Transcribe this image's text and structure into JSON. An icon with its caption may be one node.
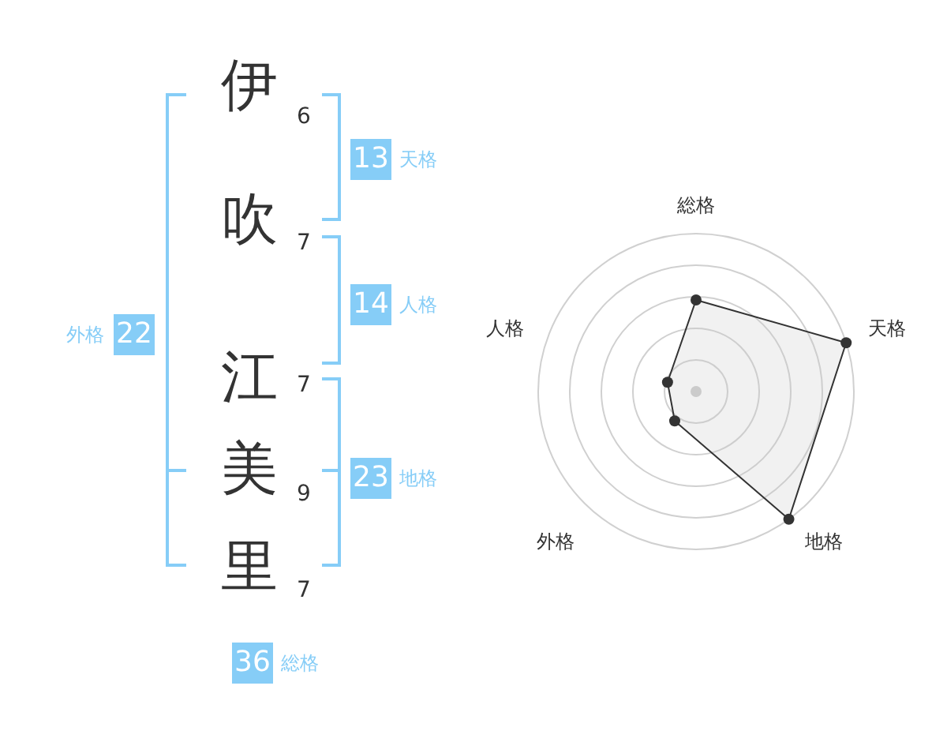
{
  "diagram": {
    "nodes": [
      {
        "text": [
          "13"
        ],
        "beside": [
          "天格"
        ]
      },
      {
        "text": [
          "14"
        ],
        "beside": [
          "人格"
        ]
      },
      {
        "text": [
          "22"
        ],
        "beside": [
          "外格"
        ]
      },
      {
        "text": [
          "23"
        ],
        "beside": [
          "地格"
        ]
      },
      {
        "text": [
          "36"
        ],
        "beside": [
          "総格"
        ]
      }
    ],
    "labels": [
      "伊",
      "6",
      "吹",
      "7",
      "江",
      "7",
      "美",
      "9",
      "里",
      "7",
      "総格",
      "人格",
      "天格",
      "外格",
      "地格"
    ]
  }
}
